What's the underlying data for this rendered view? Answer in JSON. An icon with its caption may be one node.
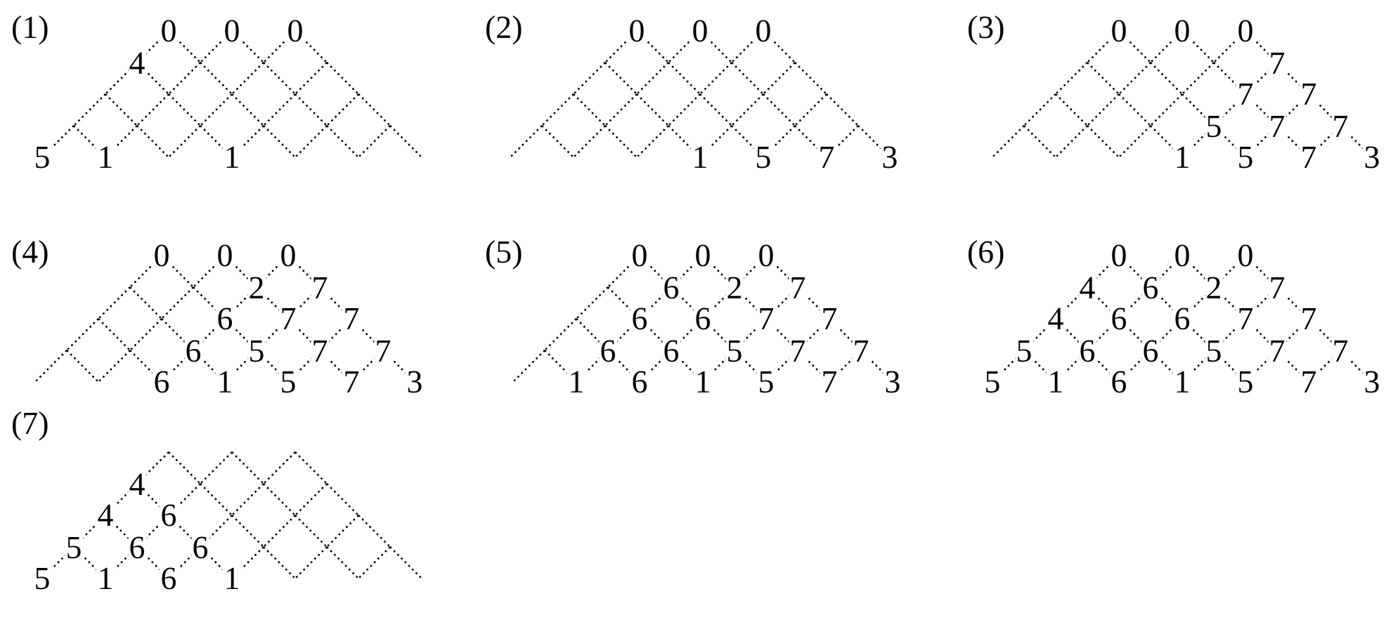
{
  "diagram": {
    "labels": [
      "(1)",
      "0",
      "0",
      "0",
      "4",
      "5",
      "1",
      "1",
      "(2)",
      "0",
      "0",
      "0",
      "1",
      "5",
      "7",
      "3",
      "(3)",
      "0",
      "0",
      "0",
      "7",
      "7",
      "7",
      "5",
      "7",
      "7",
      "1",
      "5",
      "7",
      "3",
      "(4)",
      "0",
      "0",
      "0",
      "2",
      "7",
      "6",
      "7",
      "7",
      "6",
      "5",
      "7",
      "7",
      "6",
      "1",
      "5",
      "7",
      "3",
      "(5)",
      "0",
      "0",
      "0",
      "6",
      "2",
      "7",
      "6",
      "6",
      "7",
      "7",
      "6",
      "6",
      "5",
      "7",
      "7",
      "1",
      "6",
      "1",
      "5",
      "7",
      "3",
      "(6)",
      "0",
      "0",
      "0",
      "4",
      "6",
      "2",
      "7",
      "4",
      "6",
      "6",
      "7",
      "7",
      "5",
      "6",
      "6",
      "5",
      "7",
      "7",
      "5",
      "1",
      "6",
      "1",
      "5",
      "7",
      "3",
      "(7)",
      "4",
      "4",
      "6",
      "5",
      "6",
      "6",
      "5",
      "1",
      "6",
      "1"
    ]
  }
}
